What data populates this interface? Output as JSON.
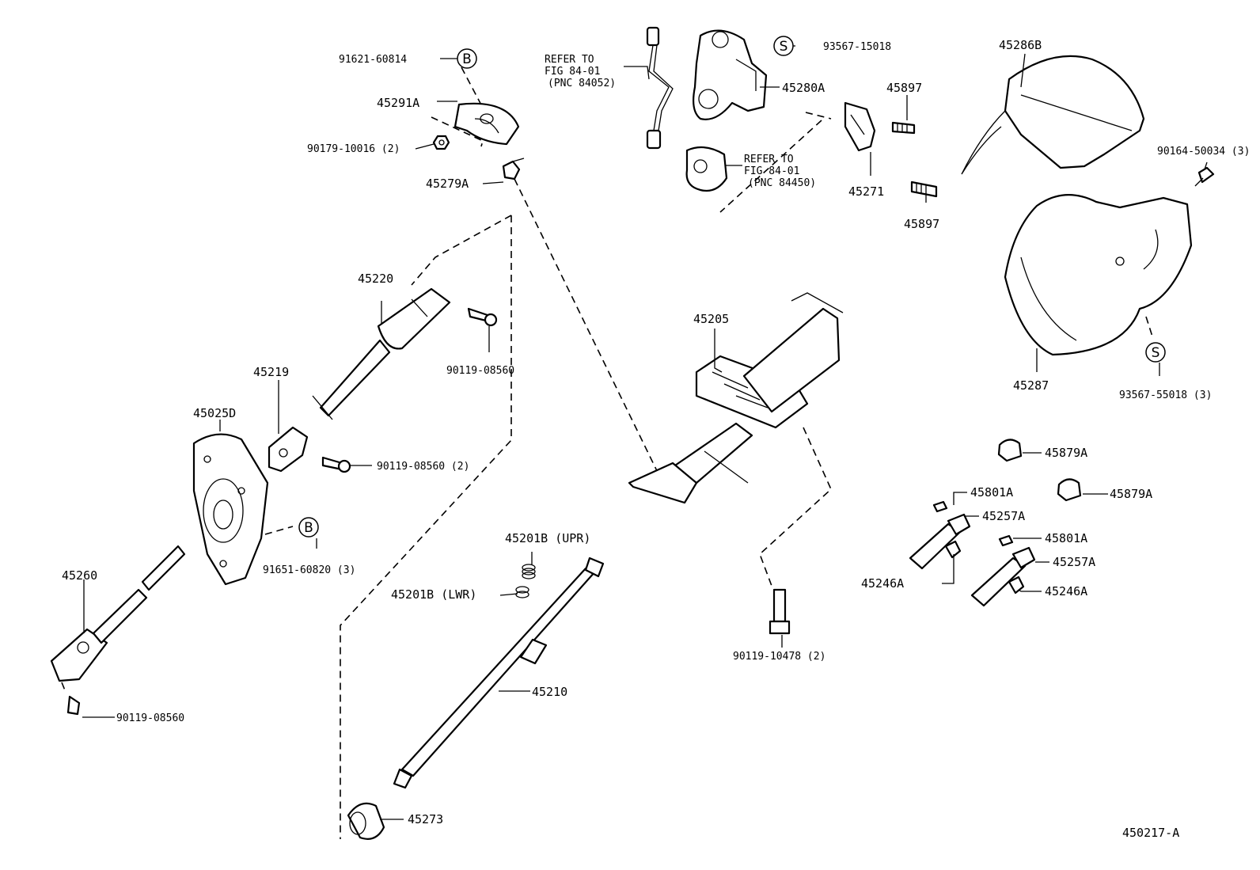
{
  "diagram_id": "450217-A",
  "markers": {
    "bolt_marker": "B",
    "screw_marker": "S"
  },
  "labels": {
    "l_91621": "91621-60814",
    "l_45291a": "45291A",
    "l_90179": "90179-10016 (2)",
    "l_45279a": "45279A",
    "l_ref1_line1": "REFER TO",
    "l_ref1_line2": "FIG 84-01",
    "l_ref1_line3": "(PNC 84052)",
    "l_ref2_line1": "REFER TO",
    "l_ref2_line2": "FIG 84-01",
    "l_ref2_line3": "(PNC 84450)",
    "l_93567_15018": "93567-15018",
    "l_45280a": "45280A",
    "l_45897_top": "45897",
    "l_45897_bot": "45897",
    "l_45271": "45271",
    "l_45286b": "45286B",
    "l_90164": "90164-50034 (3)",
    "l_45287": "45287",
    "l_93567_55018": "93567-55018 (3)",
    "l_45220": "45220",
    "l_90119_08560_a": "90119-08560",
    "l_45219": "45219",
    "l_90119_08560_b": "90119-08560 (2)",
    "l_45025d": "45025D",
    "l_91651": "91651-60820 (3)",
    "l_45260": "45260",
    "l_90119_08560_c": "90119-08560",
    "l_45205": "45205",
    "l_45201b_upr": "45201B (UPR)",
    "l_45201b_lwr": "45201B (LWR)",
    "l_45210": "45210",
    "l_45273": "45273",
    "l_90119_10478": "90119-10478 (2)",
    "l_45879a_1": "45879A",
    "l_45879a_2": "45879A",
    "l_45801a_1": "45801A",
    "l_45257a_1": "45257A",
    "l_45801a_2": "45801A",
    "l_45257a_2": "45257A",
    "l_45246a_1": "45246A",
    "l_45246a_2": "45246A"
  }
}
